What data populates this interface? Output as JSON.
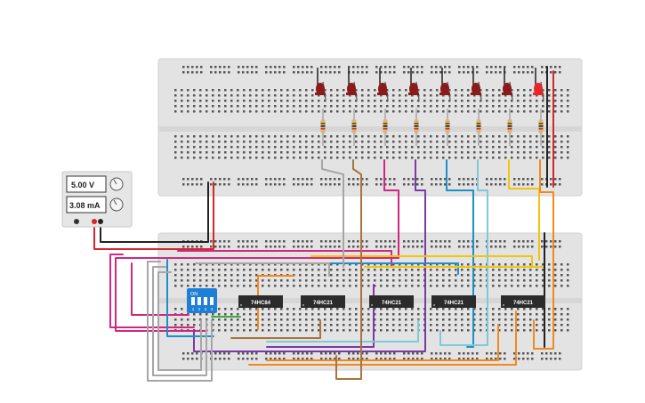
{
  "power_supply": {
    "voltage": "5.00 V",
    "current": "3.08 mA"
  },
  "dip_switch": {
    "label": "ON",
    "positions": [
      "1",
      "2",
      "3",
      "4"
    ]
  },
  "chips": [
    {
      "id": "chip-1",
      "label": "74HC84"
    },
    {
      "id": "chip-2",
      "label": "74HC21"
    },
    {
      "id": "chip-3",
      "label": "74HC21"
    },
    {
      "id": "chip-4",
      "label": "74HC21"
    },
    {
      "id": "chip-5",
      "label": "74HC21"
    }
  ],
  "leds": [
    {
      "state": "off"
    },
    {
      "state": "off"
    },
    {
      "state": "off"
    },
    {
      "state": "off"
    },
    {
      "state": "off"
    },
    {
      "state": "off"
    },
    {
      "state": "off"
    },
    {
      "state": "on"
    }
  ],
  "colors": {
    "led_off": "#8b1a1a",
    "led_on": "#e8262a",
    "breadboard": "#e3e3e3",
    "chip": "#2b2b2b",
    "dip": "#1e7fd6",
    "wire_magenta": "#d0287f",
    "wire_purple": "#7a3aa5",
    "wire_blue": "#1f8fc9",
    "wire_cyan": "#7cc9db",
    "wire_yellow": "#f1c40f",
    "wire_orange": "#f08a1e",
    "wire_brown": "#a8743c",
    "wire_gray": "#a6a6a6",
    "wire_red": "#d7262b",
    "wire_black": "#222222"
  }
}
